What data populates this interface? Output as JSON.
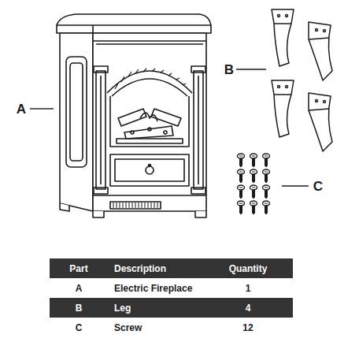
{
  "diagram": {
    "labels": [
      "A",
      "B",
      "C",
      "Part",
      "Description",
      "Quantity",
      "A",
      "Electric Fireplace",
      "1",
      "B",
      "Leg",
      "4",
      "C",
      "Screw",
      "12"
    ]
  }
}
